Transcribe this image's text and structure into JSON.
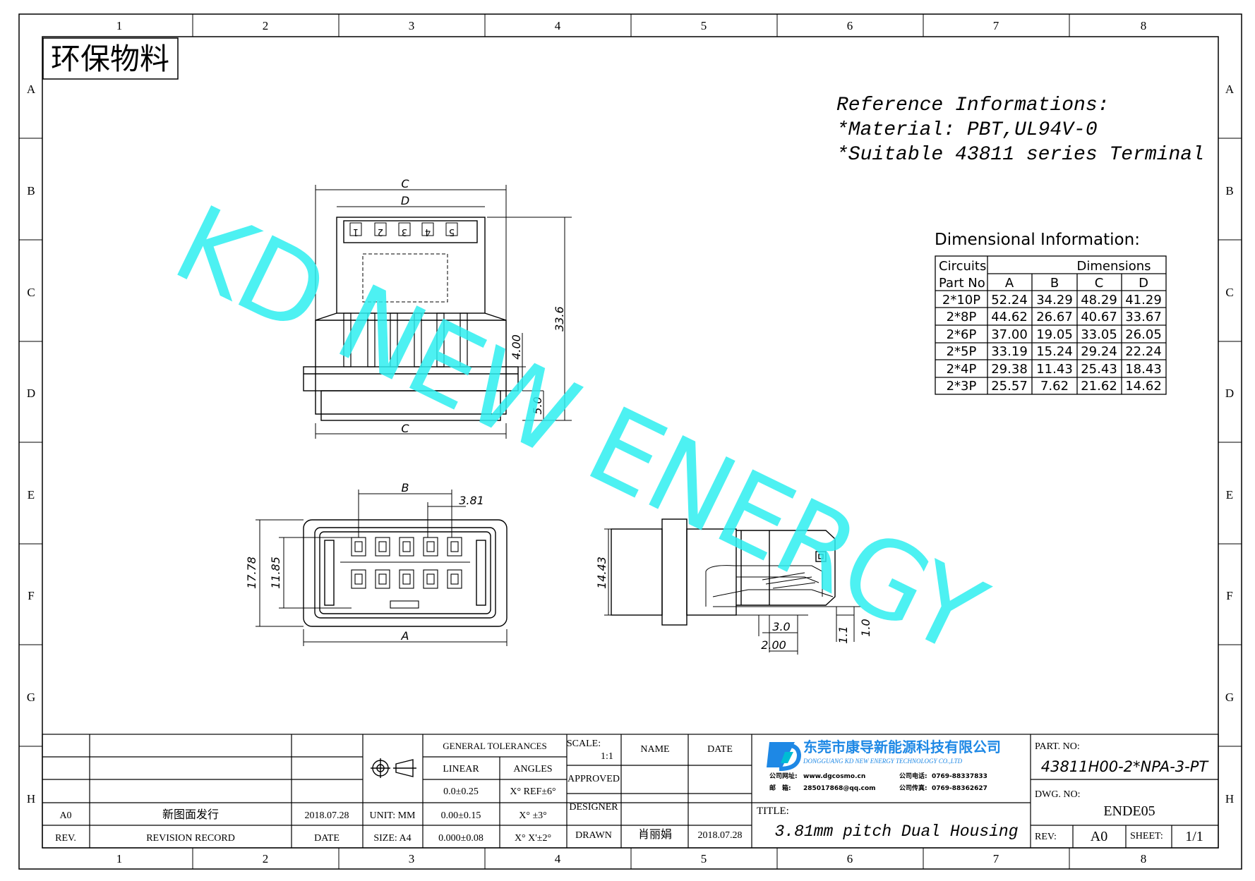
{
  "grid": {
    "columns": [
      "1",
      "2",
      "3",
      "4",
      "5",
      "6",
      "7",
      "8"
    ],
    "rows": [
      "A",
      "B",
      "C",
      "D",
      "E",
      "F",
      "G",
      "H"
    ]
  },
  "eco_label": "环保物料",
  "watermark": "KD NEW ENERGY",
  "reference": {
    "heading": "Reference Informations:",
    "material": "*Material: PBT,UL94V-0",
    "terminal": "*Suitable 43811 series Terminal"
  },
  "dim_info": {
    "heading": "Dimensional Information:",
    "circuits_label": "Circuits",
    "part_no_label": "Part No",
    "dimensions_label": "Dimensions",
    "columns": [
      "A",
      "B",
      "C",
      "D"
    ],
    "rows": [
      {
        "part": "2*10P",
        "values": [
          "52.24",
          "34.29",
          "48.29",
          "41.29"
        ]
      },
      {
        "part": "2*8P",
        "values": [
          "44.62",
          "26.67",
          "40.67",
          "33.67"
        ]
      },
      {
        "part": "2*6P",
        "values": [
          "37.00",
          "19.05",
          "33.05",
          "26.05"
        ]
      },
      {
        "part": "2*5P",
        "values": [
          "33.19",
          "15.24",
          "29.24",
          "22.24"
        ]
      },
      {
        "part": "2*4P",
        "values": [
          "29.38",
          "11.43",
          "25.43",
          "18.43"
        ]
      },
      {
        "part": "2*3P",
        "values": [
          "25.57",
          "7.62",
          "21.62",
          "14.62"
        ]
      }
    ]
  },
  "drawing": {
    "top_labels": {
      "c_top": "C",
      "d_top": "D",
      "c_bottom": "C",
      "h_total": "33.6",
      "h_4": "4.00",
      "h_5": "5.0"
    },
    "pin_numbers": [
      "1",
      "2",
      "3",
      "4",
      "5"
    ],
    "front_labels": {
      "b": "B",
      "pitch": "3.81",
      "a": "A",
      "h_outer": "17.78",
      "h_inner": "11.85"
    },
    "side_labels": {
      "h": "14.43",
      "d30": "3.0",
      "d200": "2.00",
      "d11": "1.1",
      "d10": "1.0"
    }
  },
  "title_block": {
    "rev_value": "A0",
    "revision_text": "新图面发行",
    "revision_date": "2018.07.28",
    "rev_label": "REV.",
    "revision_record_label": "REVISION RECORD",
    "date_label": "DATE",
    "unit_label": "UNIT: MM",
    "size_label": "SIZE: A4",
    "general_tol_label": "GENERAL TOLERANCES",
    "linear_label": "LINEAR",
    "angles_label": "ANGLES",
    "tol_linear": [
      "0.0±0.25",
      "0.00±0.15",
      "0.000±0.08"
    ],
    "tol_angles": [
      "X° REF±6°",
      "X° ±3°",
      "X° X'±2°"
    ],
    "scale_label": "SCALE:",
    "scale_value": "1:1",
    "name_label": "NAME",
    "date_label2": "DATE",
    "approved_label": "APPROVED",
    "designer_label": "DESIGNER",
    "drawn_label": "DRAWN",
    "drawn_name": "肖丽娟",
    "drawn_date": "2018.07.28",
    "company_cn": "东莞市康导新能源科技有限公司",
    "company_en": "DONGGUANG KD NEW ENERGY TECHNOLOGY CO.,LTD",
    "web_label": "公司网址:",
    "web_value": "www.dgcosmo.cn",
    "phone_label": "公司电话:",
    "phone_value": "0769-88337833",
    "email_label": "邮　箱:",
    "email_value": "285017868@qq.com",
    "fax_label": "公司传真:",
    "fax_value": "0769-88362627",
    "title_label": "TITLE:",
    "title_value": "3.81mm pitch Dual Housing",
    "part_no_label": "PART. NO:",
    "part_no_value": "43811H00-2*NPA-3-PT",
    "dwg_no_label": "DWG. NO:",
    "dwg_no_value": "ENDE05",
    "rev_label2": "REV:",
    "rev_value2": "A0",
    "sheet_label": "SHEET:",
    "sheet_value": "1/1"
  },
  "colors": {
    "line": "#000000",
    "watermark": "#2EEFF0",
    "logo_blue": "#1E88E5"
  }
}
